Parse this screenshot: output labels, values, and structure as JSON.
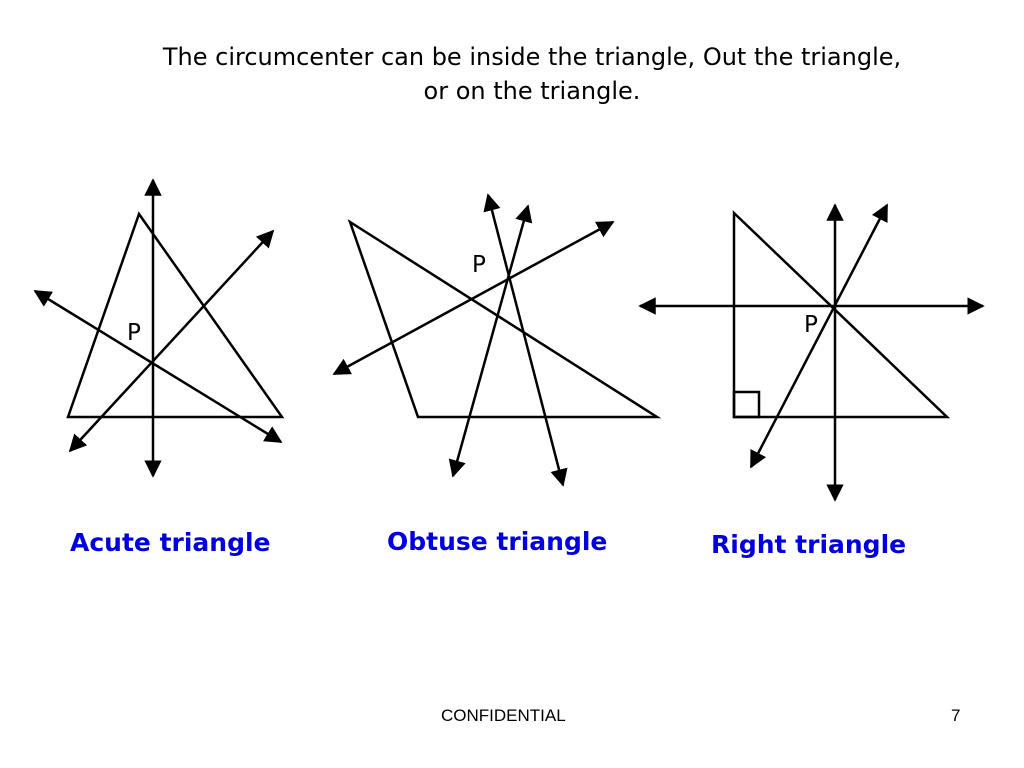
{
  "slide": {
    "title_line1": "The circumcenter can be inside the triangle, Out the triangle,",
    "title_line2": "or on the triangle.",
    "label_color": "#0000e0",
    "footer": {
      "center_text": "CONFIDENTIAL",
      "page_number": "7"
    }
  },
  "diagrams": [
    {
      "name": "acute",
      "caption": "Acute triangle",
      "point_label": "P"
    },
    {
      "name": "obtuse",
      "caption": "Obtuse triangle",
      "point_label": "P"
    },
    {
      "name": "right",
      "caption": "Right triangle",
      "point_label": "P"
    }
  ]
}
